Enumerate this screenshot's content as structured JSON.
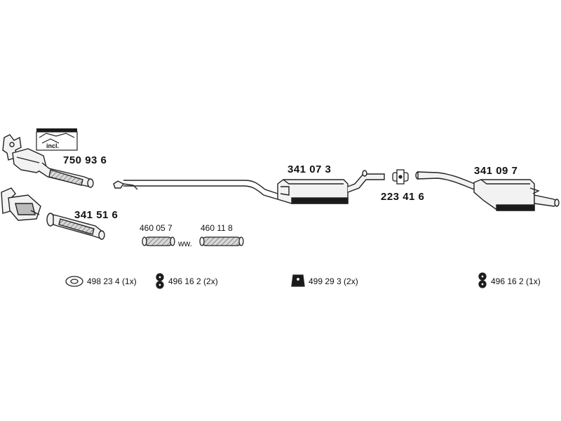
{
  "parts": {
    "p750936": "750 93 6",
    "incl": "incl.",
    "p341516": "341 51 6",
    "p460057": "460 05 7",
    "p460118": "460 11 8",
    "ww": "ww.",
    "p341073": "341 07 3",
    "p223416": "223 41 6",
    "p341097": "341 09 7"
  },
  "mounts": {
    "m1": "498 23 4 (1x)",
    "m2": "496 16 2 (2x)",
    "m3": "499 29 3 (2x)",
    "m4": "496 16 2 (1x)"
  },
  "colors": {
    "line": "#222222",
    "fill": "#f2f2f2",
    "dark": "#1a1a1a",
    "flex": "#cfcfcf"
  }
}
